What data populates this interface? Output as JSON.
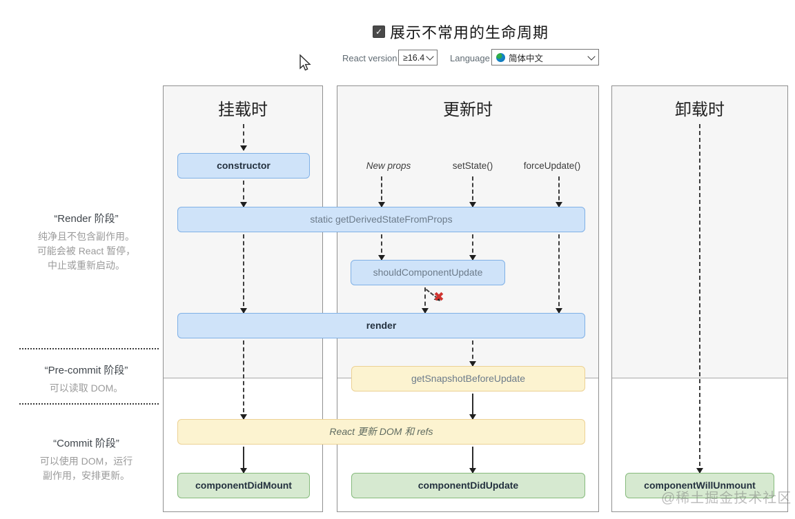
{
  "header": {
    "title": "展示不常用的生命周期",
    "checkbox_checked": "✓",
    "react_version_label": "React version",
    "react_version_value": "≥16.4",
    "language_label": "Language",
    "language_value": "简体中文"
  },
  "columns": {
    "mounting": {
      "title": "挂载时"
    },
    "updating": {
      "title": "更新时",
      "triggers": [
        "New props",
        "setState()",
        "forceUpdate()"
      ]
    },
    "unmounting": {
      "title": "卸载时"
    }
  },
  "boxes": {
    "constructor": "constructor",
    "get_derived_state_from_props": "static getDerivedStateFromProps",
    "should_component_update": "shouldComponentUpdate",
    "render": "render",
    "get_snapshot_before_update": "getSnapshotBeforeUpdate",
    "react_updates_dom": "React 更新 DOM 和 refs",
    "component_did_mount": "componentDidMount",
    "component_did_update": "componentDidUpdate",
    "component_will_unmount": "componentWillUnmount"
  },
  "phases": {
    "render": {
      "title": "“Render 阶段”",
      "line1": "纯净且不包含副作用。",
      "line2": "可能会被 React 暂停，",
      "line3": "中止或重新启动。"
    },
    "pre_commit": {
      "title": "“Pre-commit 阶段”",
      "line1": "可以读取 DOM。"
    },
    "commit": {
      "title": "“Commit 阶段”",
      "line1": "可以使用 DOM，运行",
      "line2": "副作用，安排更新。"
    }
  },
  "icons": {
    "cancel_x": "✖"
  },
  "watermark": "@稀土掘金技术社区",
  "colors": {
    "box_blue_bg": "#cfe3f9",
    "box_blue_border": "#7fb0e6",
    "box_yellow_bg": "#fcf3d0",
    "box_yellow_border": "#ecd193",
    "box_green_bg": "#d6e9d0",
    "box_green_border": "#86ba7c",
    "panel_upper_bg": "#f6f6f6",
    "panel_border": "#8f8f8f",
    "x_mark_red": "#cf3430"
  }
}
